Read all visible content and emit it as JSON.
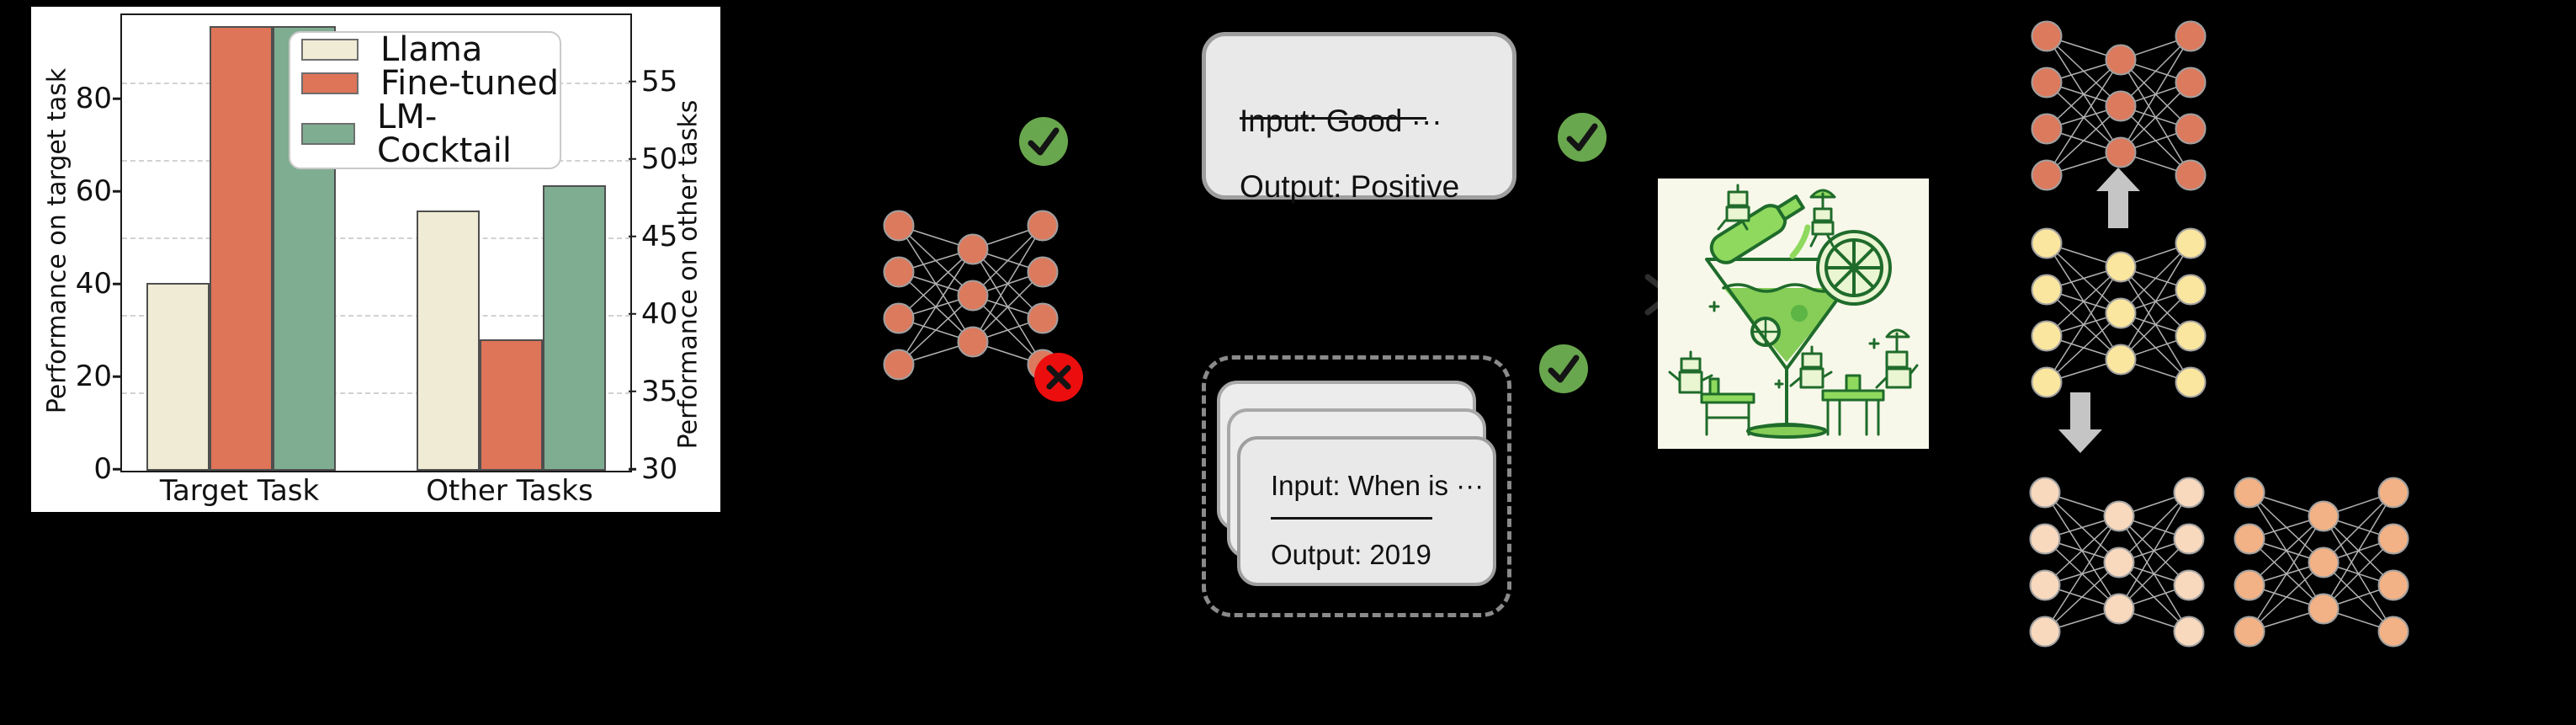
{
  "background_color": "#000000",
  "chart_data": {
    "type": "bar",
    "title": "",
    "categories": [
      "Target Task",
      "Other Tasks"
    ],
    "series": [
      {
        "name": "Llama",
        "color": "#F0EBD5",
        "values": [
          40.5,
          46.8
        ]
      },
      {
        "name": "Fine-tuned",
        "color": "#DE7458",
        "values": [
          96.0,
          38.5
        ]
      },
      {
        "name": "LM-Cocktail",
        "color": "#7FAD92",
        "values": [
          96.0,
          48.4
        ]
      }
    ],
    "value_axis_per_category": [
      "left",
      "right"
    ],
    "left_axis": {
      "label": "Performance on target task",
      "ticks": [
        0,
        20,
        40,
        60,
        80
      ],
      "lim": [
        0,
        98.4
      ]
    },
    "right_axis": {
      "label": "Performance on other tasks",
      "ticks": [
        30,
        35,
        40,
        45,
        50,
        55
      ],
      "lim": [
        30,
        59.4
      ]
    },
    "grid": "horizontal dashed lines at right-axis ticks 35-55",
    "legend_position": "upper right"
  },
  "cards": {
    "single_example": {
      "input_text": "Input: Good ···",
      "output_text": "Output: Positive"
    },
    "multi_example": {
      "input_text": "Input: When is ···",
      "output_text": "Output: 2019"
    }
  },
  "icons": {
    "check_circle_color": "#69A74E",
    "cross_circle_color": "#EC0E0E",
    "glyph_color": "#141414",
    "arrow_color": "#C5C5C5"
  },
  "networks": [
    {
      "id": "finetuned-model-left",
      "color": "#DC7A5E"
    },
    {
      "id": "finetuned-model-top-right",
      "color": "#DC7A5E"
    },
    {
      "id": "base-model-middle-right",
      "color": "#FBE69F"
    },
    {
      "id": "merged-model-bottom-a",
      "color": "#F8D9BE"
    },
    {
      "id": "merged-model-bottom-b",
      "color": "#F3B285"
    }
  ],
  "network_style": {
    "node_stroke": "#A0A0A0",
    "edge_color": "#B2B2B2"
  }
}
